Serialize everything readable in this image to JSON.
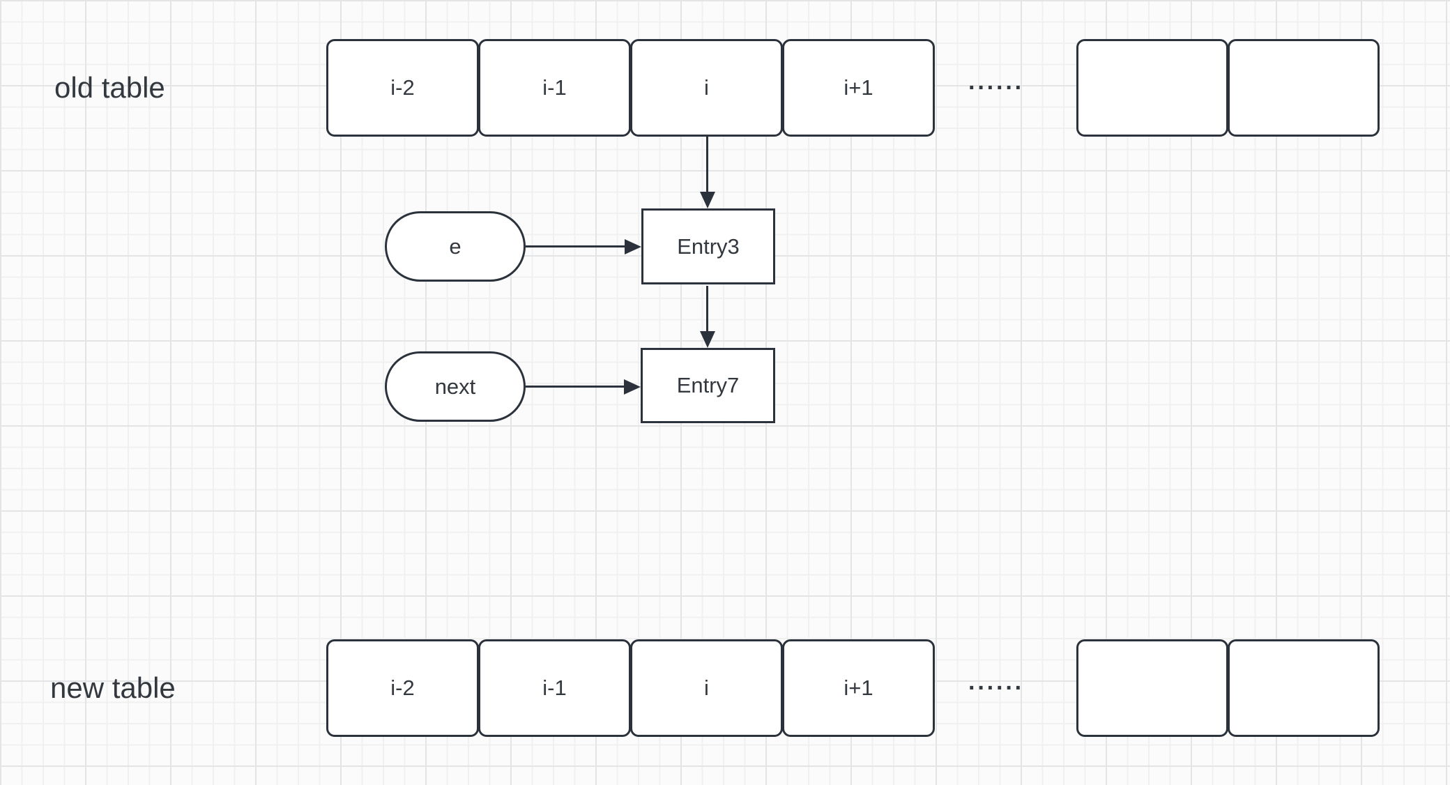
{
  "colors": {
    "stroke": "#2b323b",
    "text": "#33383e",
    "canvas_bg": "#fbfbfb",
    "grid_minor": "#f0f0f1",
    "grid_major": "#e3e4e6"
  },
  "old_table": {
    "label": "old table",
    "cells": [
      "i-2",
      "i-1",
      "i",
      "i+1"
    ],
    "ellipsis": "······",
    "empty_cell_count": 2
  },
  "entry_chain": {
    "entries": [
      "Entry3",
      "Entry7"
    ],
    "pointers": [
      "e",
      "next"
    ]
  },
  "new_table": {
    "label": "new table",
    "cells": [
      "i-2",
      "i-1",
      "i",
      "i+1"
    ],
    "ellipsis": "······",
    "empty_cell_count": 2
  }
}
